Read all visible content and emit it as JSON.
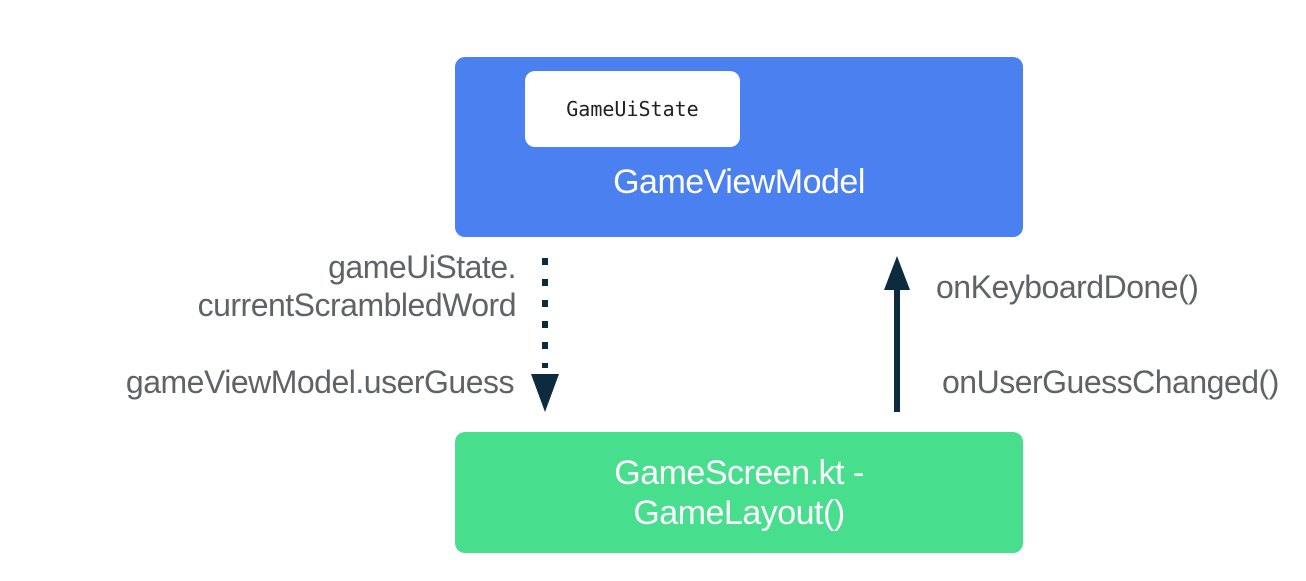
{
  "view_model": {
    "title": "GameViewModel",
    "state_chip": "GameUiState"
  },
  "screen": {
    "line1": "GameScreen.kt -",
    "line2": "GameLayout()"
  },
  "down_flow": {
    "state_line1": "gameUiState.",
    "state_line2": "currentScrambledWord",
    "guess": "gameViewModel.userGuess"
  },
  "up_flow": {
    "event1": "onKeyboardDone()",
    "event2": "onUserGuessChanged()"
  },
  "colors": {
    "view_model_box": "#4a80ef",
    "screen_box": "#47df8d",
    "arrow": "#0d2b3e",
    "label_text": "#5f6368"
  }
}
